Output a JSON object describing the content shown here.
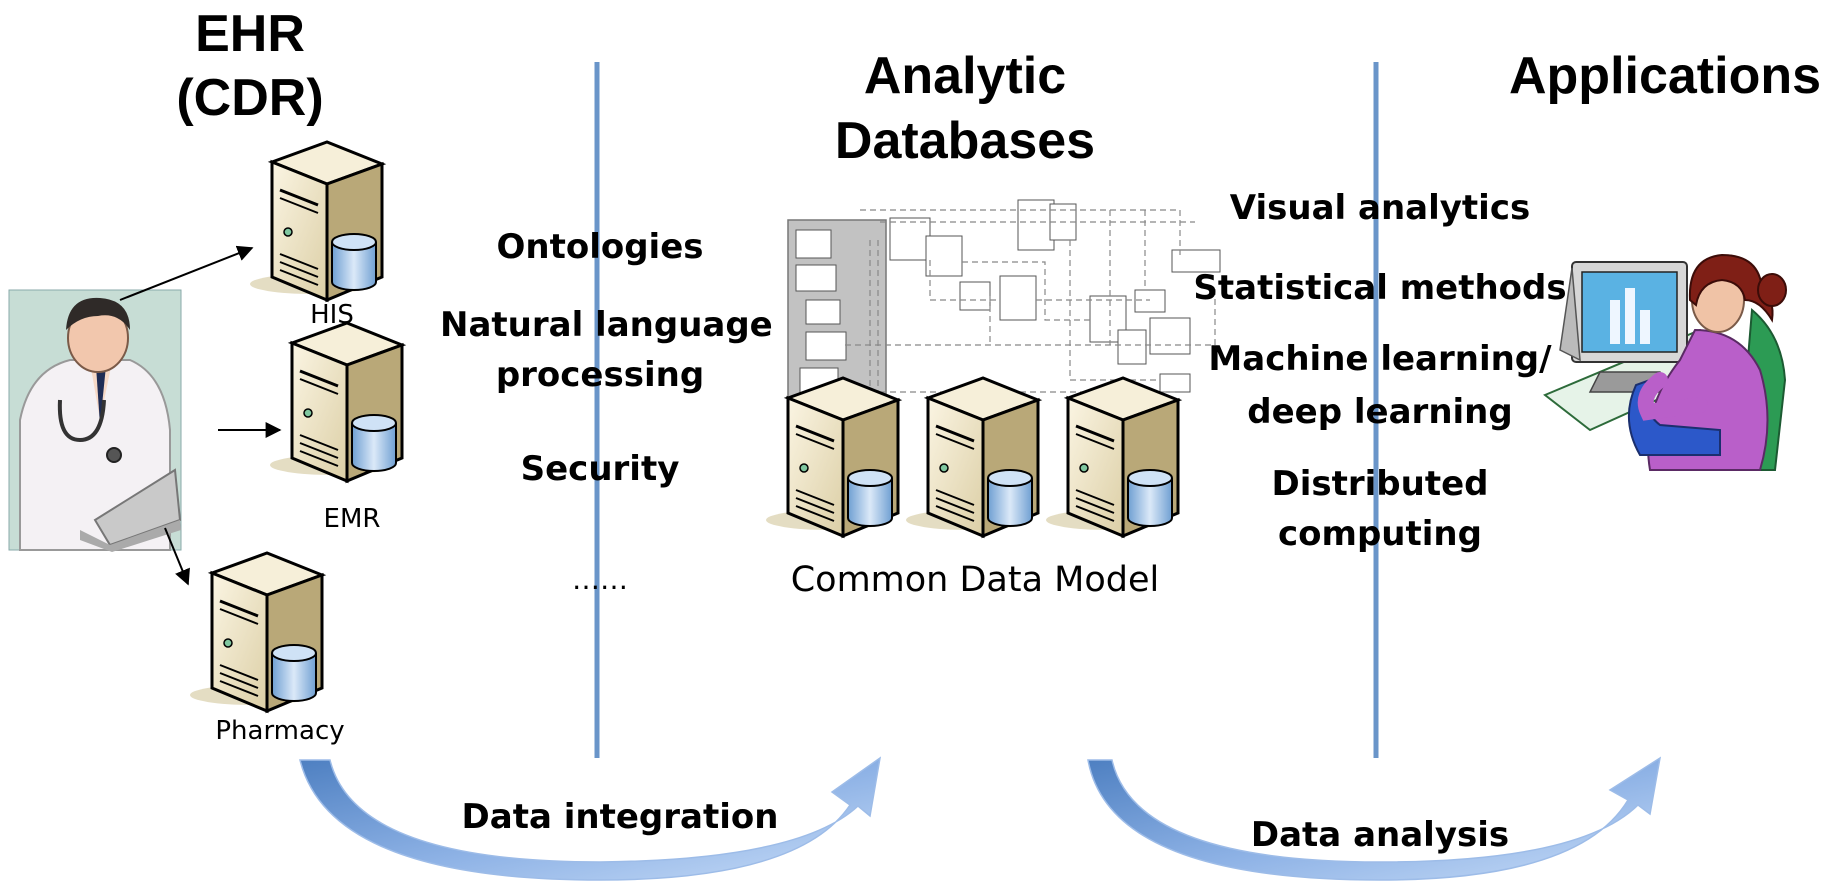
{
  "headings": {
    "ehr_line1": "EHR",
    "ehr_line2": "(CDR)",
    "analytic_line1": "Analytic",
    "analytic_line2": "Databases",
    "applications": "Applications"
  },
  "sources": [
    "HIS",
    "EMR",
    "Pharmacy"
  ],
  "integration_methods": [
    "Ontologies",
    "Natural language",
    "processing",
    "Security",
    "……"
  ],
  "common_data_model": "Common Data Model",
  "analysis_methods": [
    "Visual analytics",
    "Statistical methods",
    "Machine learning/",
    "deep learning",
    "Distributed",
    "computing"
  ],
  "flows": {
    "integration": "Data integration",
    "analysis": "Data analysis"
  },
  "icons": [
    "doctor-laptop-icon",
    "server-icon",
    "database-schema-icon",
    "analyst-computer-icon"
  ],
  "colors": {
    "divider": "#6a95c9",
    "arrow_light": "#a9c7ee",
    "arrow_dark": "#4d7fc1",
    "server_body": "#e9dcb8",
    "server_front": "#f3ead0",
    "cylinder": "#8fb7df"
  }
}
